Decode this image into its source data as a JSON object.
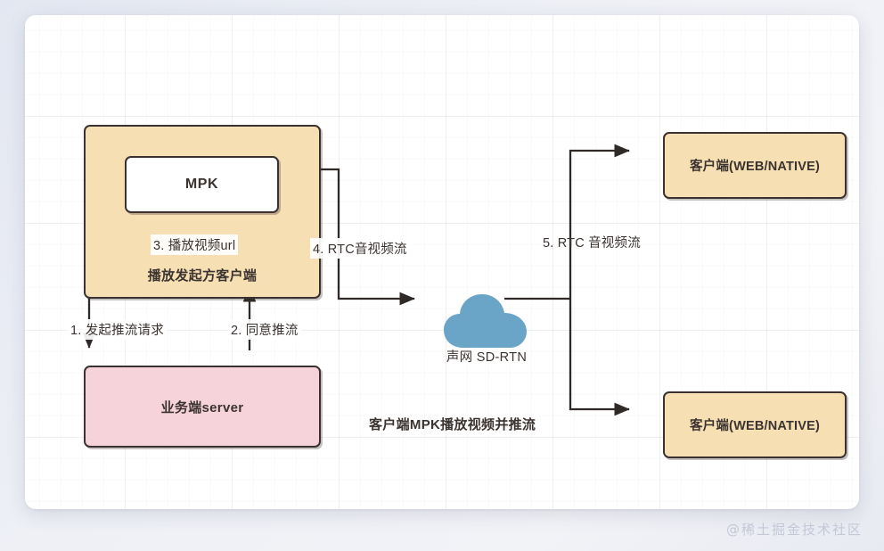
{
  "canvas": {
    "background_color": "#ffffff",
    "page_background_color": "#e9ecf4",
    "grid": "on"
  },
  "nodes": {
    "player_client": {
      "label": "播放发起方客户端",
      "fill": "#f7dfb4",
      "stroke": "#3a3230"
    },
    "mpk": {
      "label": "MPK",
      "fill": "#ffffff",
      "stroke": "#3a3230"
    },
    "server": {
      "label": "业务端server",
      "fill": "#f6d2da",
      "stroke": "#3a3230"
    },
    "cloud": {
      "label": "声网 SD-RTN",
      "fill": "#6aa5c8"
    },
    "client_top": {
      "label": "客户端(WEB/NATIVE)",
      "fill": "#f7dfb4",
      "stroke": "#3a3230"
    },
    "client_bottom": {
      "label": "客户端(WEB/NATIVE)",
      "fill": "#f7dfb4",
      "stroke": "#3a3230"
    }
  },
  "edges": {
    "e1": {
      "label": "1. 发起推流请求",
      "from": "player_client",
      "to": "server"
    },
    "e2": {
      "label": "2. 同意推流",
      "from": "server",
      "to": "player_client"
    },
    "e3": {
      "label": "3. 播放视频url",
      "from": "player_client",
      "to": "mpk"
    },
    "e4": {
      "label": "4. RTC音视频流",
      "from": "mpk",
      "to": "cloud"
    },
    "e5": {
      "label": "5. RTC 音视频流",
      "from": "cloud",
      "to": "clients"
    }
  },
  "caption": "客户端MPK播放视频并推流",
  "watermark": "@稀土掘金技术社区"
}
